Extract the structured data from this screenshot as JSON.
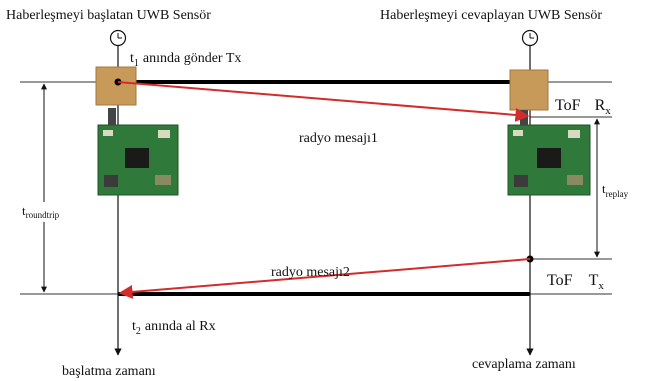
{
  "labels": {
    "initiator_title": "Haberleşmeyi başlatan UWB Sensör",
    "responder_title": "Haberleşmeyi cevaplayan UWB Sensör",
    "t1_symbol": "t",
    "t1_subscript": "1",
    "t1_text": "anında gönder Tx",
    "message1": "radyo mesajı1",
    "message2": "radyo mesajı2",
    "tof_rx_tof": "ToF",
    "tof_rx_r": "R",
    "tof_rx_sub": "x",
    "tof_tx_tof": "ToF",
    "tof_tx_t": "T",
    "tof_tx_sub": "x",
    "troundtrip_symbol": "t",
    "troundtrip_sub": "roundtrip",
    "treplay_symbol": "t",
    "treplay_sub": "replay",
    "t2_symbol": "t",
    "t2_subscript": "2",
    "t2_text": "anında al Rx",
    "initiator_axis": "başlatma zamanı",
    "responder_axis": "cevaplama zamanı"
  },
  "colors": {
    "arrow": "#d42b2b",
    "line": "#000000",
    "board_green": "#2f7a3a",
    "antenna": "#c89a5a"
  },
  "icons": {
    "initiator_clock": "clock-icon",
    "responder_clock": "clock-icon"
  }
}
